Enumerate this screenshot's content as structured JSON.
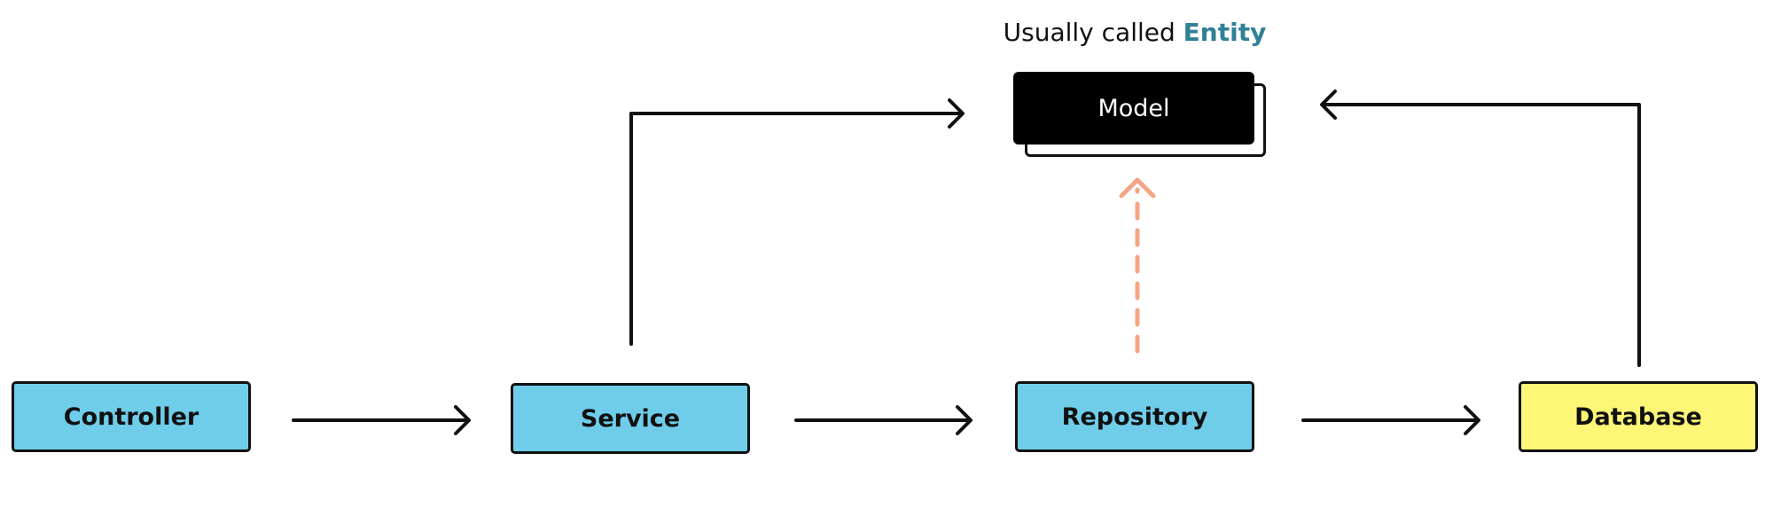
{
  "caption": {
    "prefix": "Usually called",
    "highlight": "Entity"
  },
  "boxes": {
    "controller": "Controller",
    "service": "Service",
    "repository": "Repository",
    "database": "Database",
    "model": "Model"
  },
  "colors": {
    "layer_fill": "#6fcde9",
    "database_fill": "#fdf676",
    "model_fill": "#000000",
    "line": "#111111",
    "dashed_arrow": "#f4a585",
    "highlight_text": "#2f8197"
  }
}
